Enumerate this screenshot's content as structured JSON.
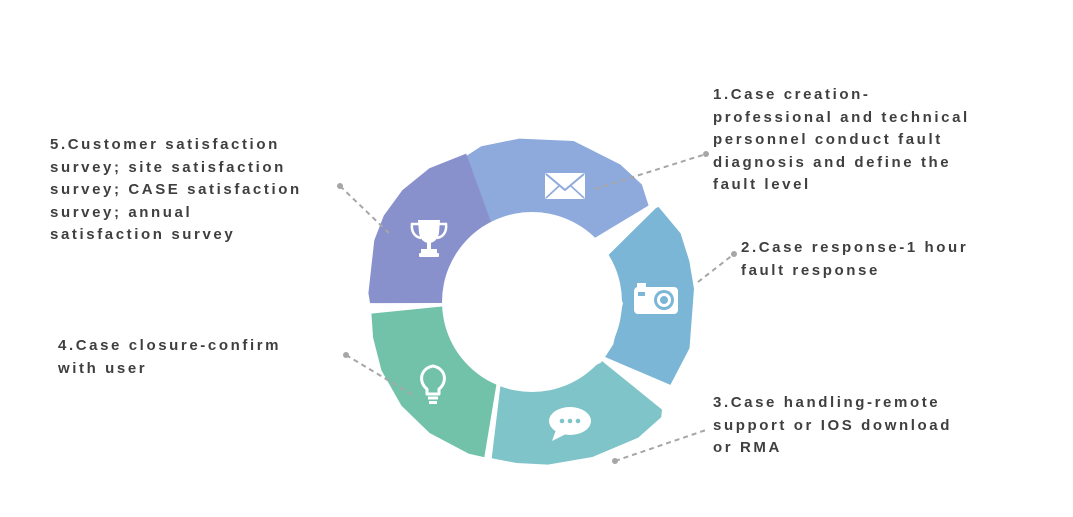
{
  "steps": [
    {
      "lines": [
        "1.Case creation-",
        "professional and technical",
        "personnel conduct fault",
        "diagnosis and define the",
        "fault level"
      ],
      "icon": "envelope-icon",
      "color": "#8eaadc"
    },
    {
      "lines": [
        "2.Case response-1 hour",
        "fault response"
      ],
      "icon": "camera-icon",
      "color": "#7bb6d6"
    },
    {
      "lines": [
        "3.Case handling-remote",
        "support or IOS download",
        "or RMA"
      ],
      "icon": "chat-bubble-icon",
      "color": "#7ec4c9"
    },
    {
      "lines": [
        "4.Case closure-confirm",
        "with user"
      ],
      "icon": "lightbulb-icon",
      "color": "#71c2a8"
    },
    {
      "lines": [
        "5.Customer satisfaction",
        "survey; site satisfaction",
        "survey; CASE satisfaction",
        "survey; annual",
        "satisfaction survey"
      ],
      "icon": "trophy-icon",
      "color": "#8891cc"
    }
  ],
  "colors": {
    "text": "#3f3f3f",
    "connector": "#a6a6a6"
  }
}
